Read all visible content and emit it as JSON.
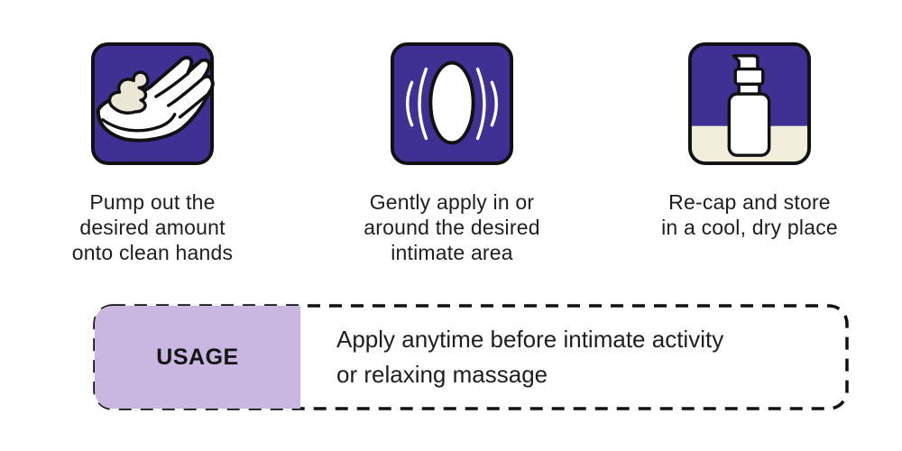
{
  "colors": {
    "purple": "#3f3193",
    "cream": "#f1eedc",
    "lavender": "#c9b6e1",
    "dollop": "#ebe7d6",
    "outline": "#111111",
    "text": "#1e1e1e"
  },
  "steps": [
    {
      "icon": "hand-with-lotion-icon",
      "caption": "Pump out the\ndesired amount\nonto clean hands"
    },
    {
      "icon": "vibrating-applicator-icon",
      "caption": "Gently apply in or\naround the desired\nintimate area"
    },
    {
      "icon": "pump-bottle-icon",
      "caption": "Re-cap and store\nin a cool, dry place"
    }
  ],
  "usage": {
    "label": "USAGE",
    "text": "Apply anytime before intimate activity\nor relaxing massage"
  }
}
